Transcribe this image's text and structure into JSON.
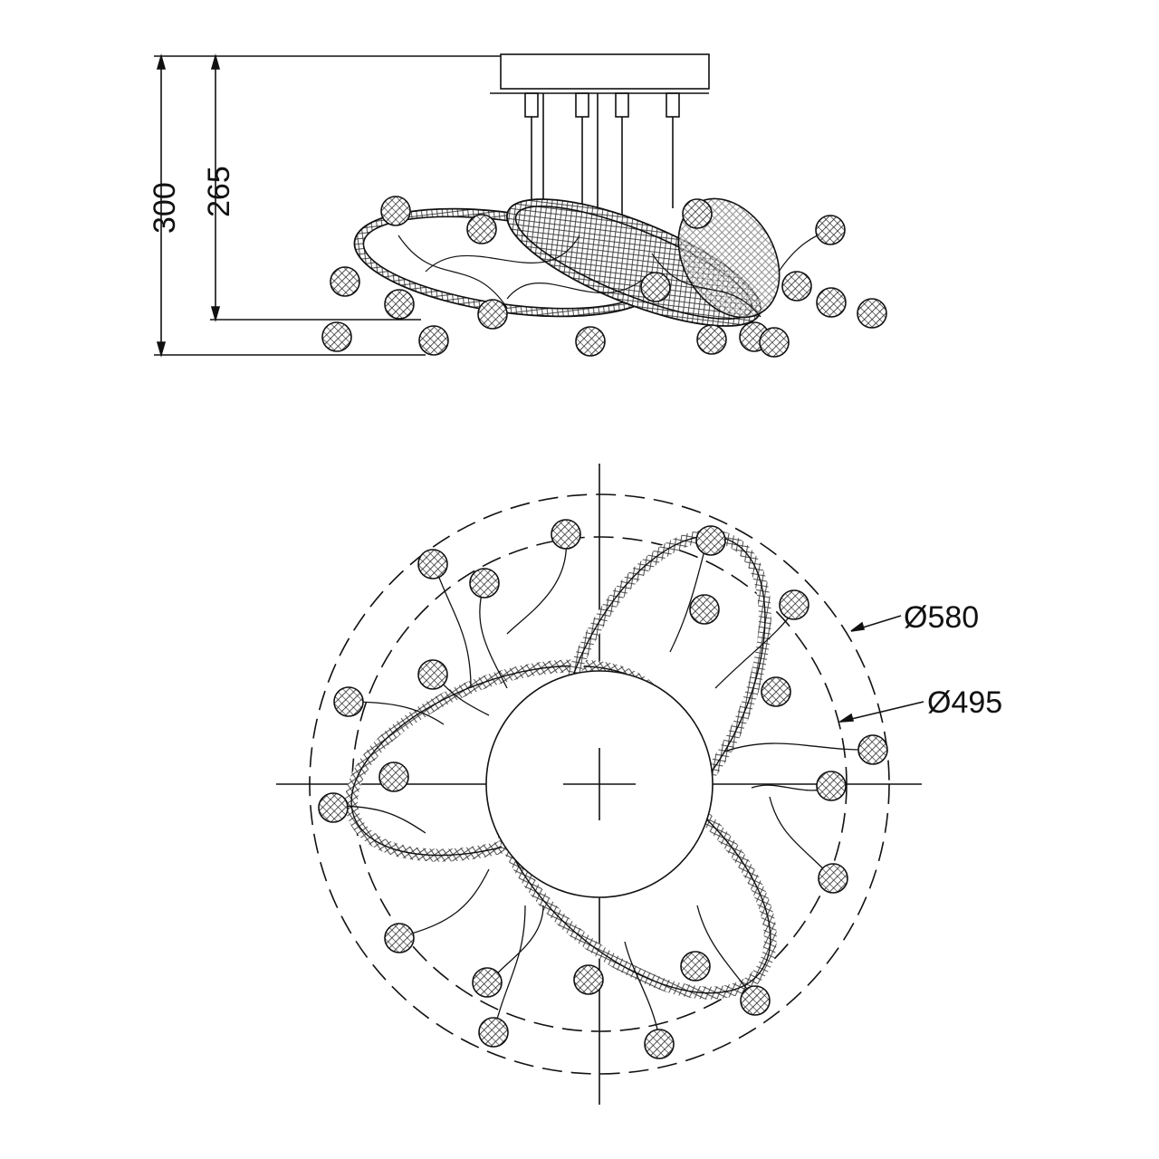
{
  "side_view": {
    "dimensions": {
      "total_height": "300",
      "body_height": "265"
    }
  },
  "top_view": {
    "dimensions": {
      "outer_diameter": "Ø580",
      "inner_diameter": "Ø495"
    }
  }
}
